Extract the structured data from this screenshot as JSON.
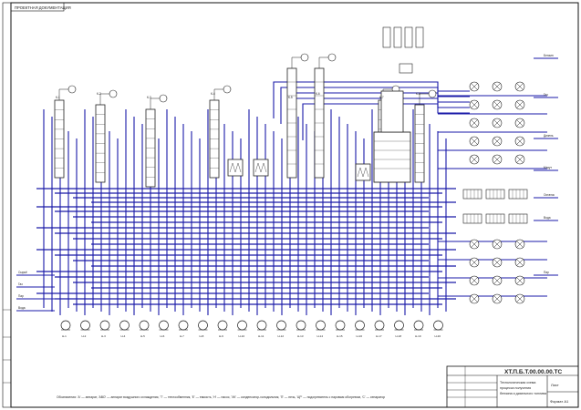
{
  "stamp_top": "ПРОЕКТНАЯ ДОКУМЕНТАЦИЯ",
  "legend": "Обозначения: 'А' — аппарат, 'АВО' — аппарат воздушного охлаждения, 'Т' — теплообменник, 'Е' — емкость, 'Н' — насос, 'ХК' — конденсатор-холодильник, 'П' — печь, 'ЦР' — подогреватель с паровым обогревом, 'С' — сепаратор",
  "title_block": {
    "designation": "ХТ.П.Б.Т.00.00.00.ТС",
    "name_line1": "Технологическая схема",
    "name_line2": "процесса получения",
    "name_line3": "бензина и дизельного топлива",
    "sheet": "Лист",
    "format": "Формат А1"
  },
  "columns": [
    "К-1",
    "К-2",
    "К-3",
    "К-4",
    "К-5",
    "К-6",
    "К-7",
    "К-8"
  ],
  "pumps": [
    "Н-1",
    "Н-2",
    "Н-3",
    "Н-4",
    "Н-5",
    "Н-6",
    "Н-7",
    "Н-8",
    "Н-9",
    "Н-10",
    "Н-11",
    "Н-12",
    "Н-13",
    "Н-14",
    "Н-15",
    "Н-16",
    "Н-17",
    "Н-18",
    "Н-19",
    "Н-20",
    "Н-21"
  ],
  "inlets": [
    "Сырьё",
    "Газ",
    "Пар",
    "Вода"
  ],
  "outlets": [
    "Бензин",
    "Газ",
    "Дизель",
    "Мазут",
    "Остаток",
    "Вода",
    "Пар"
  ],
  "colors": {
    "process_line": "#1a1aa8",
    "frame": "#111111",
    "equipment": "#222222"
  }
}
